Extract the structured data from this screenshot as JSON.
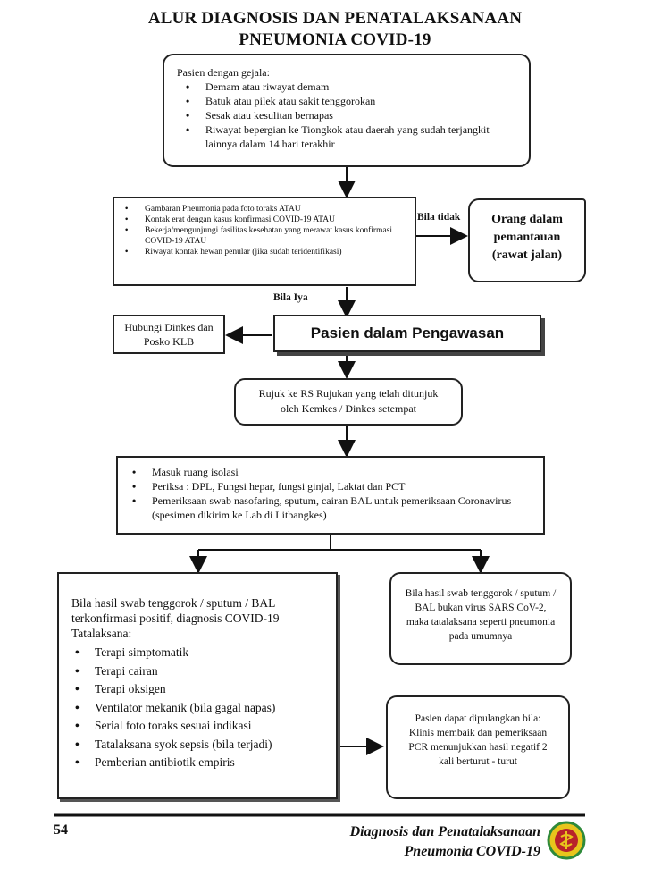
{
  "title_line1": "ALUR DIAGNOSIS DAN PENATALAKSANAAN",
  "title_line2": "PNEUMONIA COVID-19",
  "box1": {
    "heading": "Pasien dengan gejala:",
    "items": [
      "Demam atau riwayat demam",
      "Batuk atau pilek atau sakit tenggorokan",
      "Sesak atau kesulitan bernapas",
      "Riwayat bepergian ke Tiongkok atau daerah yang sudah terjangkit lainnya dalam 14 hari terakhir"
    ]
  },
  "box2": {
    "items": [
      "Gambaran Pneumonia pada foto toraks ATAU",
      "Kontak erat dengan kasus konfirmasi COVID-19 ATAU",
      "Bekerja/mengunjungi fasilitas kesehatan yang merawat kasus konfirmasi COVID-19 ATAU",
      "Riwayat kontak hewan penular (jika sudah teridentifikasi)"
    ]
  },
  "label_bila_tidak": "Bila tidak",
  "label_bila_iya": "Bila Iya",
  "odp": "Orang dalam pemantauan (rawat jalan)",
  "dinkes": "Hubungi Dinkes dan Posko KLB",
  "pdp": "Pasien dalam Pengawasan",
  "rujuk": "Rujuk ke RS Rujukan yang telah ditunjuk oleh Kemkes / Dinkes setempat",
  "box_isolasi": {
    "items": [
      "Masuk ruang isolasi",
      "Periksa : DPL, Fungsi hepar, fungsi ginjal, Laktat dan PCT",
      "Pemeriksaan swab nasofaring, sputum, cairan BAL untuk pemeriksaan Coronavirus (spesimen dikirim ke Lab di Litbangkes)"
    ]
  },
  "positive": {
    "intro": "Bila hasil swab tenggorok / sputum / BAL terkonfirmasi positif, diagnosis COVID-19",
    "tata": "Tatalaksana:",
    "items": [
      "Terapi simptomatik",
      "Terapi cairan",
      "Terapi oksigen",
      "Ventilator mekanik (bila gagal napas)",
      "Serial foto toraks sesuai indikasi",
      "Tatalaksana syok sepsis (bila terjadi)",
      "Pemberian antibiotik empiris"
    ]
  },
  "negative": "Bila hasil swab tenggorok / sputum / BAL bukan virus SARS CoV-2, maka tatalaksana seperti pneumonia pada umumnya",
  "discharge": "Pasien dapat dipulangkan bila: Klinis membaik dan pemeriksaan PCR menunjukkan hasil negatif 2 kali berturut - turut",
  "footer": {
    "page": "54",
    "line1": "Diagnosis dan Penatalaksanaan",
    "line2": "Pneumonia COVID-19"
  },
  "colors": {
    "logo_red": "#b8232a",
    "logo_yellow": "#e8c51c",
    "logo_green": "#2f8a3a"
  }
}
